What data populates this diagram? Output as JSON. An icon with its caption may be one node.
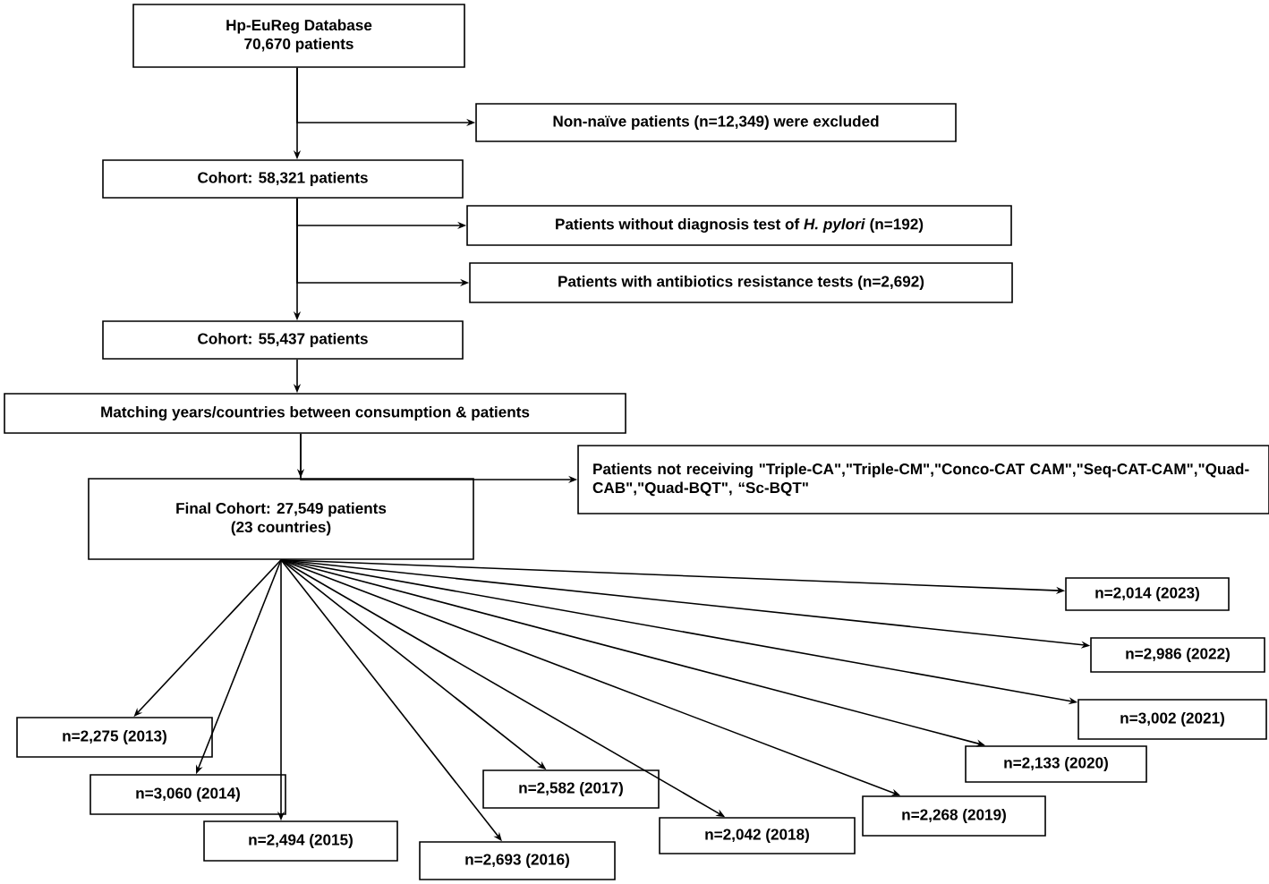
{
  "diagram": {
    "nodes": [
      {
        "text": [
          "Hp-EuReg Database",
          "70,670 patients"
        ]
      },
      {
        "text": [
          "Non-naïve patients (n=12,349) were excluded"
        ]
      },
      {
        "text": [
          "Cohort: 58,321 patients"
        ]
      },
      {
        "text": [
          "Patients without diagnosis test of *H. pylori* (n=192)"
        ]
      },
      {
        "text": [
          "Patients with antibiotics resistance tests (n=2,692)"
        ]
      },
      {
        "text": [
          "Cohort: 55,437 patients"
        ]
      },
      {
        "text": [
          "Matching years/countries between consumption & patients"
        ]
      },
      {
        "text": [
          "Patients not receiving \"Triple-CA\",\"Triple-CM\",\"Conco-CAT CAM\",\"Seq-CAT-CAM\",\"Quad-CAB\",\"Quad-BQT\", “Sc-BQT\""
        ]
      },
      {
        "text": [
          "Final Cohort: 27,549 patients",
          "(23 countries)"
        ]
      },
      {
        "text": [
          "n=2,275 (2013)"
        ]
      },
      {
        "text": [
          "n=3,060 (2014)"
        ]
      },
      {
        "text": [
          "n=2,494 (2015)"
        ]
      },
      {
        "text": [
          "n=2,693 (2016)"
        ]
      },
      {
        "text": [
          "n=2,582 (2017)"
        ]
      },
      {
        "text": [
          "n=2,042 (2018)"
        ]
      },
      {
        "text": [
          "n=2,268 (2019)"
        ]
      },
      {
        "text": [
          "n=2,133 (2020)"
        ]
      },
      {
        "text": [
          "n=3,002 (2021)"
        ]
      },
      {
        "text": [
          "n=2,986 (2022)"
        ]
      },
      {
        "text": [
          "n=2,014 (2023)"
        ]
      }
    ],
    "edges": [
      {
        "from": 0,
        "to": 2,
        "arrow": "to"
      },
      {
        "from": 0,
        "to": 1,
        "arrow": "to"
      },
      {
        "from": 2,
        "to": 5,
        "arrow": "to"
      },
      {
        "from": 2,
        "to": 3,
        "arrow": "to"
      },
      {
        "from": 2,
        "to": 4,
        "arrow": "to"
      },
      {
        "from": 5,
        "to": 6,
        "arrow": "to"
      },
      {
        "from": 6,
        "to": 8,
        "arrow": "to"
      },
      {
        "from": 6,
        "to": 7,
        "arrow": "to"
      },
      {
        "from": 8,
        "to": 9,
        "arrow": "to"
      },
      {
        "from": 8,
        "to": 10,
        "arrow": "to"
      },
      {
        "from": 8,
        "to": 11,
        "arrow": "to"
      },
      {
        "from": 8,
        "to": 12,
        "arrow": "to"
      },
      {
        "from": 8,
        "to": 13,
        "arrow": "to"
      },
      {
        "from": 8,
        "to": 14,
        "arrow": "to"
      },
      {
        "from": 8,
        "to": 15,
        "arrow": "to"
      },
      {
        "from": 8,
        "to": 16,
        "arrow": "to"
      },
      {
        "from": 8,
        "to": 17,
        "arrow": "to"
      },
      {
        "from": 8,
        "to": 18,
        "arrow": "to"
      },
      {
        "from": 8,
        "to": 19,
        "arrow": "to"
      }
    ]
  }
}
